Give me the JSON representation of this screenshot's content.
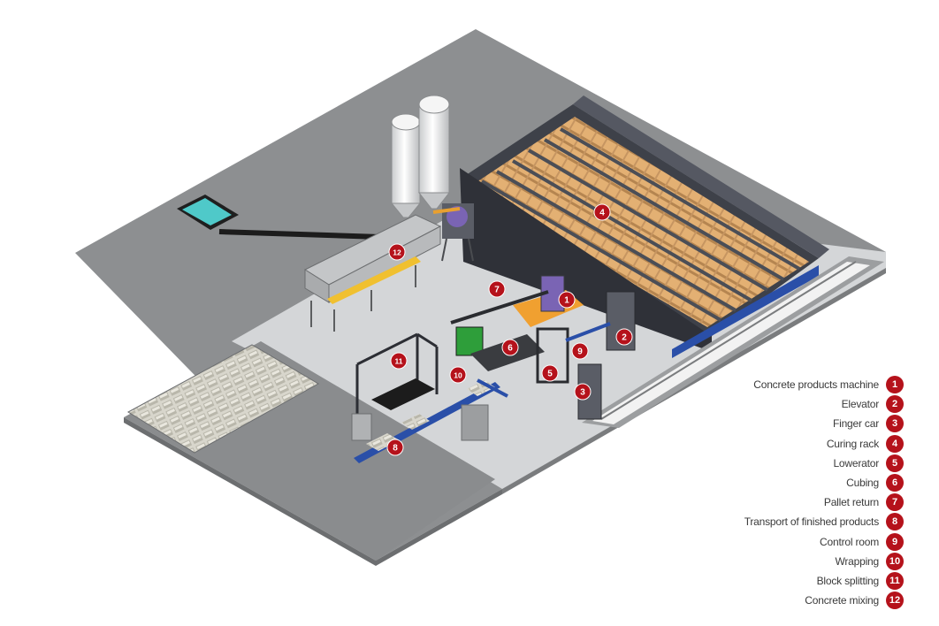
{
  "legend": [
    {
      "number": "1",
      "label": "Concrete products machine"
    },
    {
      "number": "2",
      "label": "Elevator"
    },
    {
      "number": "3",
      "label": "Finger car"
    },
    {
      "number": "4",
      "label": "Curing rack"
    },
    {
      "number": "5",
      "label": "Lowerator"
    },
    {
      "number": "6",
      "label": "Cubing"
    },
    {
      "number": "7",
      "label": "Pallet return"
    },
    {
      "number": "8",
      "label": "Transport of finished products"
    },
    {
      "number": "9",
      "label": "Control room"
    },
    {
      "number": "10",
      "label": "Wrapping"
    },
    {
      "number": "11",
      "label": "Block splitting"
    },
    {
      "number": "12",
      "label": "Concrete mixing"
    }
  ],
  "markers": {
    "m1": "1",
    "m2": "2",
    "m3": "3",
    "m4": "4",
    "m5": "5",
    "m6": "6",
    "m7": "7",
    "m8": "8",
    "m9": "9",
    "m10": "10",
    "m11": "11",
    "m12": "12"
  },
  "colors": {
    "badge": "#b5121b",
    "ground": "#8c8e90",
    "floor": "#d6d8da",
    "rack_blocks": "#e8b77a",
    "rack_frame": "#5b5e66",
    "conveyor_blue": "#2a4fa8",
    "pool": "#4fc9c9"
  }
}
